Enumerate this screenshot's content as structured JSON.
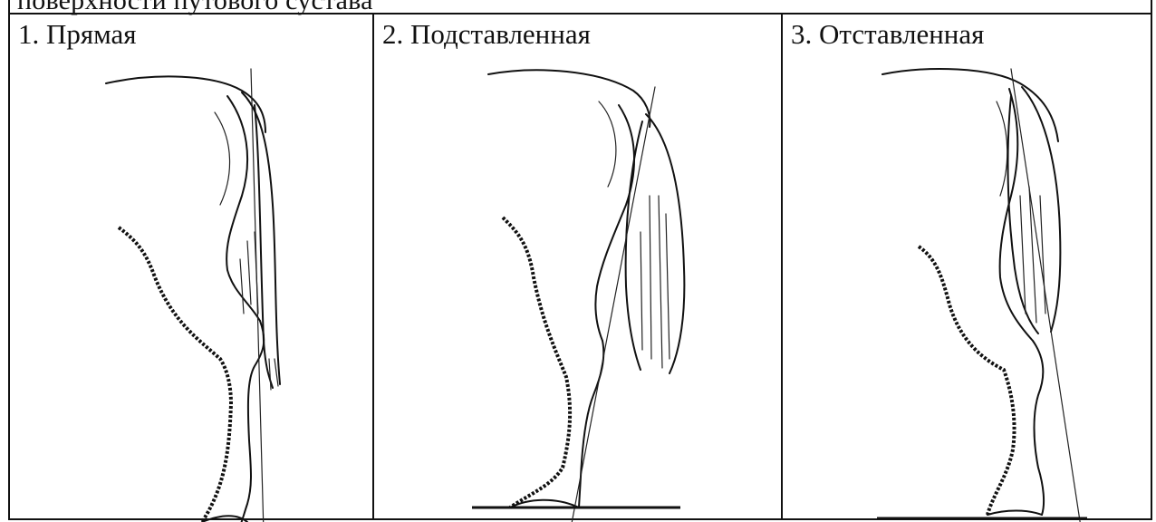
{
  "caption": "поверхности путового сустава",
  "panels": [
    {
      "label": "1. Прямая"
    },
    {
      "label": "2. Подставленная"
    },
    {
      "label": "3. Отставленная"
    }
  ]
}
